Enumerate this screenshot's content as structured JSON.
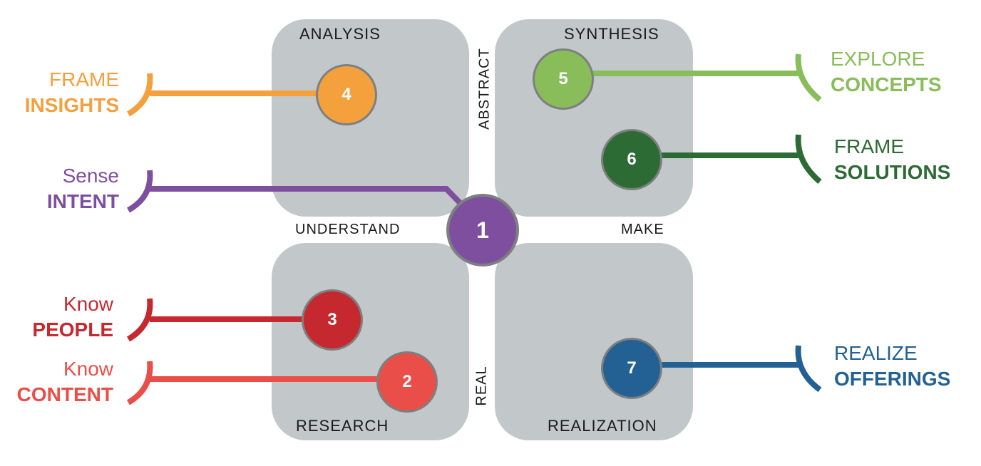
{
  "colors": {
    "quadrant": "#c2c8ca",
    "n1": "#7f4f9f",
    "n2": "#ea4e48",
    "n3": "#c6282f",
    "n4": "#f4a03d",
    "n5": "#88bd5a",
    "n6": "#2d6b35",
    "n7": "#236195"
  },
  "quadrants": {
    "analysis": "ANALYSIS",
    "synthesis": "SYNTHESIS",
    "research": "RESEARCH",
    "realization": "REALIZATION"
  },
  "axes": {
    "abstract": "ABSTRACT",
    "real": "REAL",
    "understand": "UNDERSTAND",
    "make": "MAKE"
  },
  "nodes": {
    "n1": "1",
    "n2": "2",
    "n3": "3",
    "n4": "4",
    "n5": "5",
    "n6": "6",
    "n7": "7"
  },
  "labels": {
    "frame_insights": {
      "line1": "FRAME",
      "line2": "INSIGHTS"
    },
    "sense_intent": {
      "line1": "Sense",
      "line2": "INTENT"
    },
    "know_people": {
      "line1": "Know",
      "line2": "PEOPLE"
    },
    "know_content": {
      "line1": "Know",
      "line2": "CONTENT"
    },
    "explore_concepts": {
      "line1": "EXPLORE",
      "line2": "CONCEPTS"
    },
    "frame_solutions": {
      "line1": "FRAME",
      "line2": "SOLUTIONS"
    },
    "realize_offerings": {
      "line1": "REALIZE",
      "line2": "OFFERINGS"
    }
  }
}
